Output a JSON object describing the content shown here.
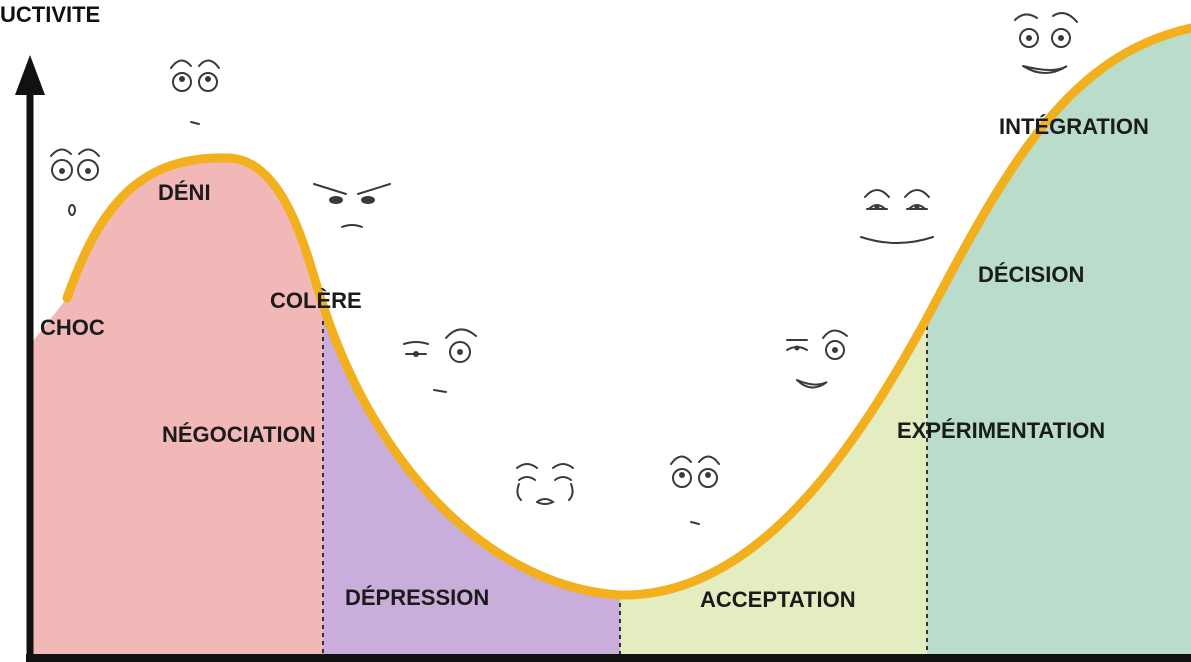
{
  "title": "UCTIVITE",
  "colors": {
    "curve": "#f2b01e",
    "choc_deni_negociation": "#f1b8b7",
    "depression": "#c9addb",
    "acceptation": "#e3edbf",
    "integration": "#b9dccb",
    "axis": "#111111",
    "divider": "#333333"
  },
  "labels": {
    "choc": "CHOC",
    "deni": "DÉNI",
    "colere": "COLÈRE",
    "negociation": "NÉGOCIATION",
    "depression": "DÉPRESSION",
    "acceptation": "ACCEPTATION",
    "experimentation": "EXPÉRIMENTATION",
    "decision": "DÉCISION",
    "integration": "INTÉGRATION"
  },
  "faces": [
    {
      "stage": "choc",
      "expression": "shocked-face-icon"
    },
    {
      "stage": "deni",
      "expression": "looking-up-face-icon"
    },
    {
      "stage": "colere",
      "expression": "angry-face-icon"
    },
    {
      "stage": "negociation",
      "expression": "skeptical-face-icon"
    },
    {
      "stage": "depression",
      "expression": "crying-face-icon"
    },
    {
      "stage": "acceptation",
      "expression": "neutral-face-icon"
    },
    {
      "stage": "experimentation",
      "expression": "winking-face-icon"
    },
    {
      "stage": "decision",
      "expression": "content-face-icon"
    },
    {
      "stage": "integration",
      "expression": "happy-face-icon"
    }
  ]
}
